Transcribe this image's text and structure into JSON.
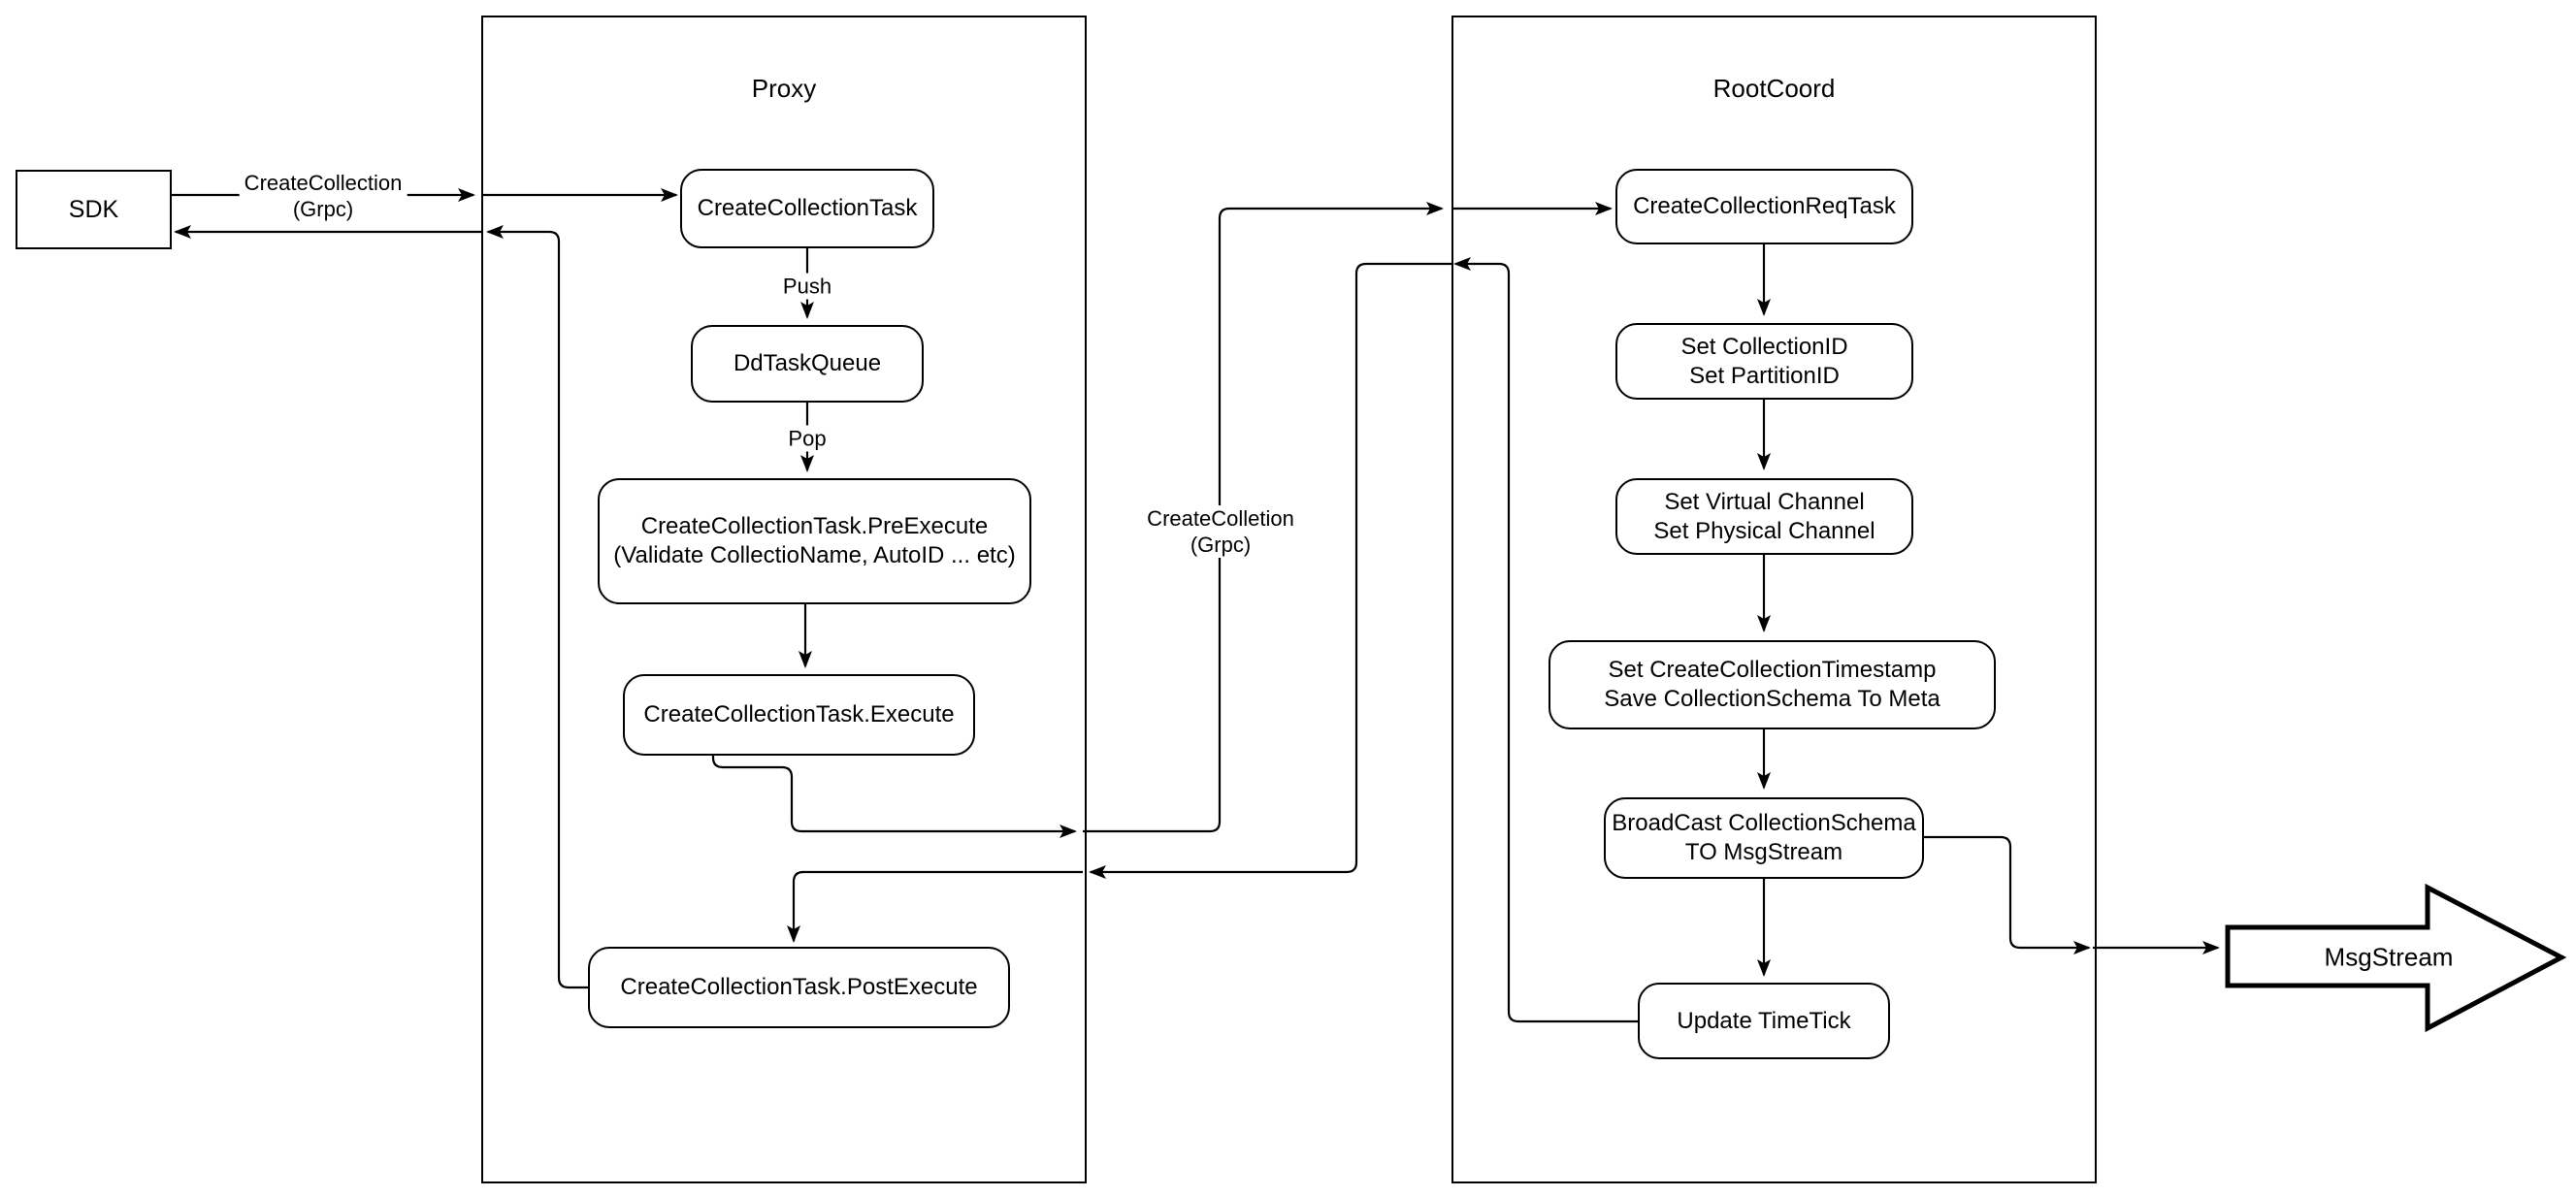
{
  "colors": {
    "stroke": "#000000",
    "node_fill": "#ffffff",
    "text": "#000000",
    "background": "#ffffff"
  },
  "sdk": {
    "label": "SDK"
  },
  "proxy": {
    "title": "Proxy",
    "nodes": {
      "task": "CreateCollectionTask",
      "queue": "DdTaskQueue",
      "pre_execute": "CreateCollectionTask.PreExecute\n(Validate CollectioName, AutoID ... etc)",
      "execute": "CreateCollectionTask.Execute",
      "post_execute": "CreateCollectionTask.PostExecute"
    }
  },
  "rootcoord": {
    "title": "RootCoord",
    "nodes": {
      "req_task": "CreateCollectionReqTask",
      "set_ids": "Set CollectionID\nSet PartitionID",
      "set_channels": "Set Virtual Channel\nSet Physical Channel",
      "set_timestamp": "Set CreateCollectionTimestamp\nSave CollectionSchema To Meta",
      "broadcast": "BroadCast CollectionSchema\nTO MsgStream",
      "update_timetick": "Update TimeTick"
    }
  },
  "msgstream": {
    "label": "MsgStream"
  },
  "edge_labels": {
    "sdk_call": "CreateCollection\n(Grpc)",
    "push": "Push",
    "pop": "Pop",
    "internal_call": "CreateColletion\n(Grpc)"
  }
}
